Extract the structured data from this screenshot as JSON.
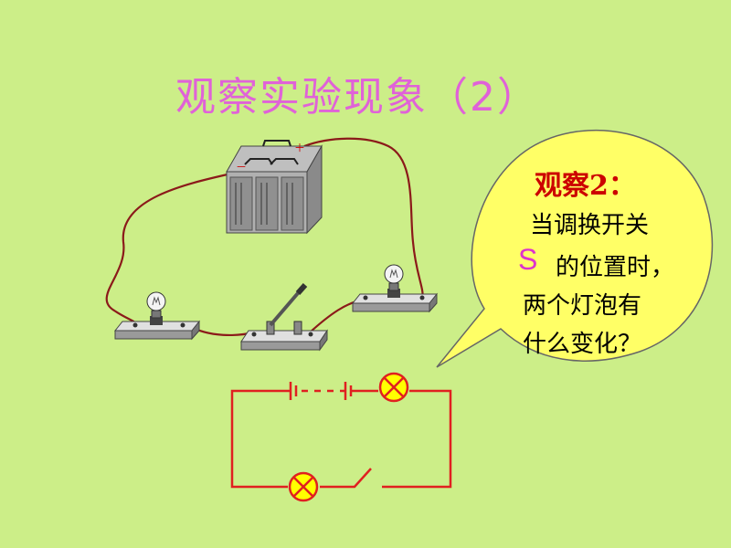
{
  "slide": {
    "title": "观察实验现象（2）",
    "callout": {
      "heading": "观察2：",
      "line1": "当调换开关",
      "switch_symbol": "S",
      "line2": "的位置时，",
      "line3": "两个灯泡有",
      "line4": "什么变化？"
    },
    "battery_labels": {
      "negative": "－",
      "positive": "＋"
    }
  },
  "colors": {
    "background": "#ccee88",
    "title": "#e062d8",
    "wire": "#8b1a1a",
    "schematic": "#e02020",
    "callout_fill": "#ffff66",
    "callout_heading": "#cc0000"
  }
}
